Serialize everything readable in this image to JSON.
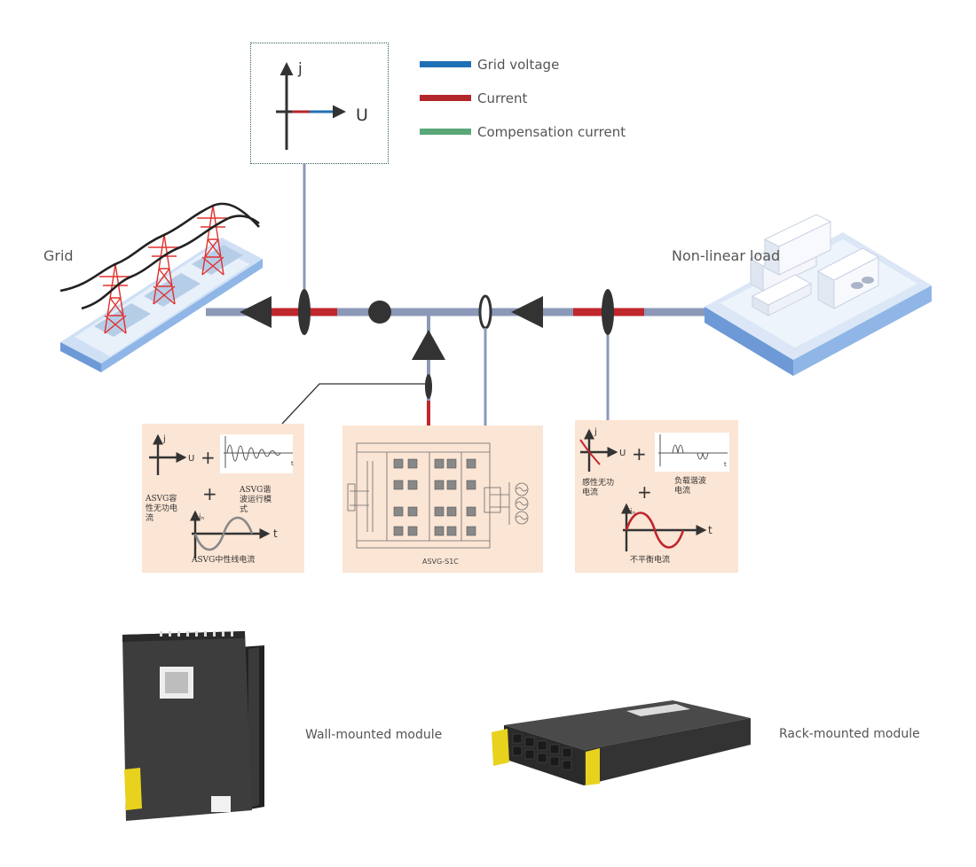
{
  "legend": {
    "items": [
      {
        "label": "Grid voltage",
        "color": "#1f6fb4"
      },
      {
        "label": "Current",
        "color": "#b3262c"
      },
      {
        "label": "Compensation current",
        "color": "#5aa878"
      }
    ]
  },
  "phasor": {
    "axis_vertical": "j",
    "axis_horizontal": "U"
  },
  "labels": {
    "grid": "Grid",
    "load": "Non-linear load"
  },
  "panel_left": {
    "axis_j": "j",
    "axis_u": "U",
    "plus1": "+",
    "plus2": "+",
    "small_chart_t": "t",
    "axis_in": "iₙ",
    "axis_t": "t",
    "cn_capacitive": "ASVG容性无功电流",
    "cn_harmonic": "ASVG谐波运行模式",
    "cn_neutral": "ASVG中性线电流"
  },
  "panel_mid": {
    "caption": "ASVG-S1C"
  },
  "panel_right": {
    "axis_j": "j",
    "axis_u": "U",
    "plus1": "+",
    "plus2": "+",
    "small_chart_t": "t",
    "axis_in": "iₙ",
    "axis_t": "t",
    "cn_inductive": "感性无功电流",
    "cn_load_harmonic": "负载谐波电流",
    "cn_unbalance": "不平衡电流"
  },
  "products": {
    "wall": "Wall-mounted module",
    "rack": "Rack-mounted module"
  },
  "colors": {
    "bus": "#8b98b8",
    "current": "#c0262d",
    "voltage": "#1f6fb4",
    "panel": "#fbe5d5",
    "dark": "#333333"
  }
}
